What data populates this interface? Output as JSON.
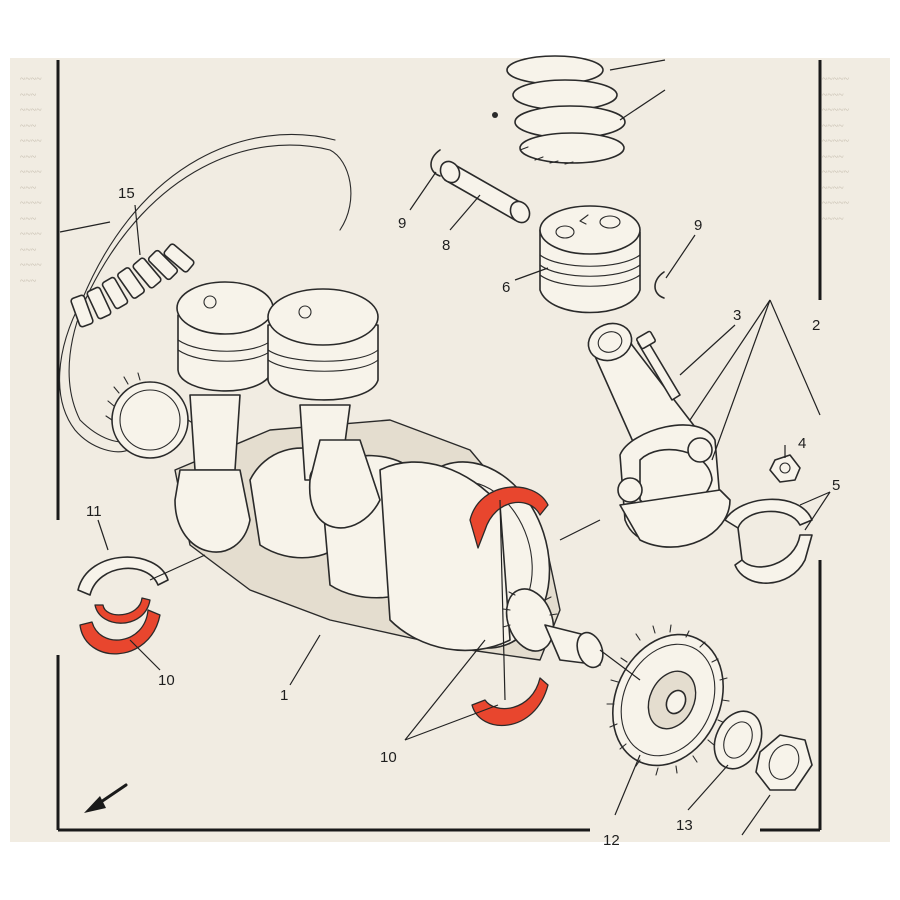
{
  "diagram": {
    "callouts": [
      {
        "id": "c1",
        "text": "1"
      },
      {
        "id": "c2",
        "text": "2"
      },
      {
        "id": "c3",
        "text": "3"
      },
      {
        "id": "c4",
        "text": "4"
      },
      {
        "id": "c5",
        "text": "5"
      },
      {
        "id": "c6",
        "text": "6"
      },
      {
        "id": "c8",
        "text": "8"
      },
      {
        "id": "c9a",
        "text": "9"
      },
      {
        "id": "c9b",
        "text": "9"
      },
      {
        "id": "c10a",
        "text": "10"
      },
      {
        "id": "c10b",
        "text": "10"
      },
      {
        "id": "c11",
        "text": "11"
      },
      {
        "id": "c12",
        "text": "12"
      },
      {
        "id": "c13",
        "text": "13"
      },
      {
        "id": "c15",
        "text": "15"
      }
    ],
    "highlight_color": "#e8462e",
    "ink_color": "#2a2a2a",
    "paper_color": "#f1ece2",
    "icons": [
      "direction-arrow-icon"
    ]
  }
}
